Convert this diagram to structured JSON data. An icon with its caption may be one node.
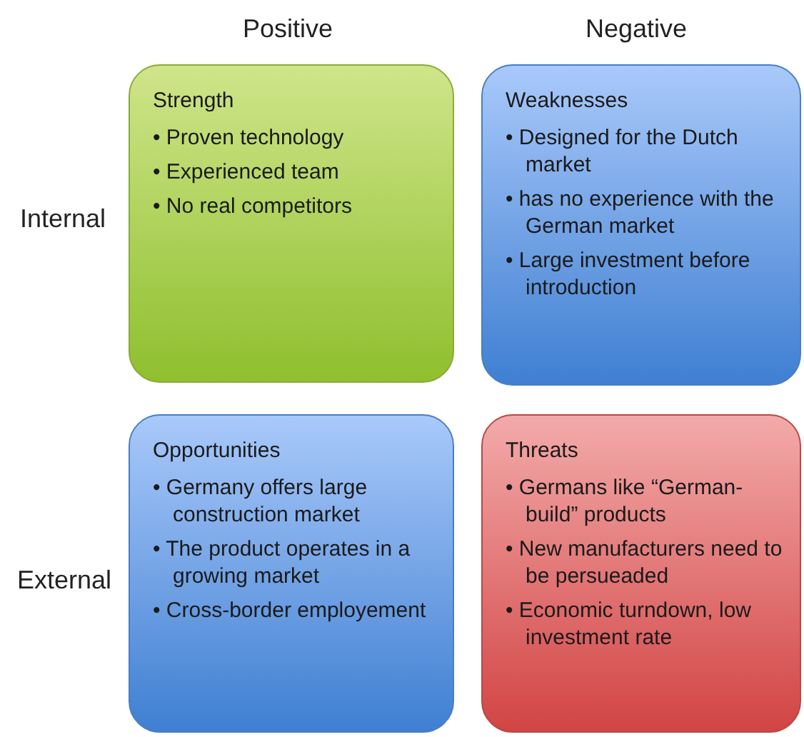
{
  "diagram": {
    "nodes": [
      {
        "text": [
          "Strength",
          "• Proven technology",
          "• Experienced team",
          "• No real competitors"
        ]
      },
      {
        "text": [
          "Weaknesses",
          "• Designed for the Dutch market",
          "• has no experience with the German market",
          "• Large investment before introduction"
        ]
      },
      {
        "text": [
          "Opportunities",
          "• Germany offers large construction market",
          "• The product operates in a growing market",
          "• Cross-border employement"
        ]
      },
      {
        "text": [
          "Threats",
          "• Germans like “German-build” products",
          "• New manufacturers need to be persueaded",
          "• Economic turndown, low investment rate"
        ]
      }
    ],
    "labels": [
      "Positive",
      "Negative",
      "Internal",
      "External"
    ]
  }
}
